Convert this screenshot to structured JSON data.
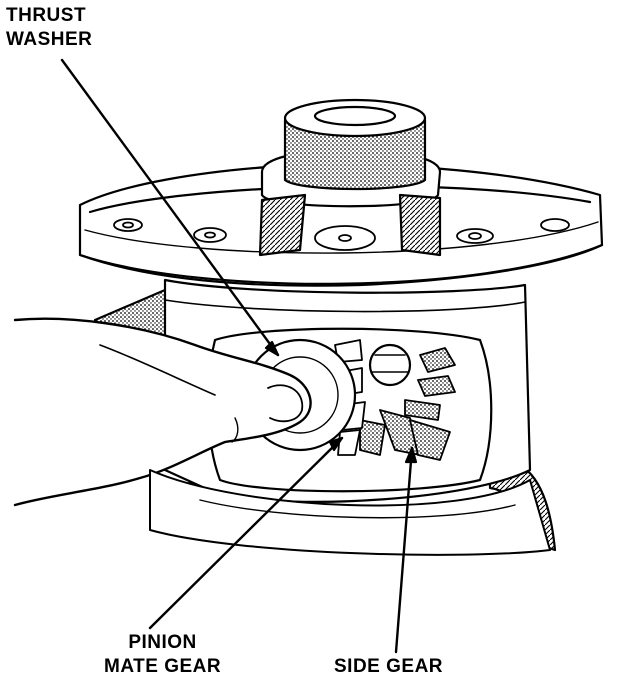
{
  "labels": {
    "thrust_washer": [
      "THRUST",
      "WASHER"
    ],
    "pinion_mate_gear": [
      "PINION",
      "MATE GEAR"
    ],
    "side_gear": "SIDE GEAR"
  },
  "colors": {
    "ink": "#000000",
    "paper": "#ffffff"
  }
}
